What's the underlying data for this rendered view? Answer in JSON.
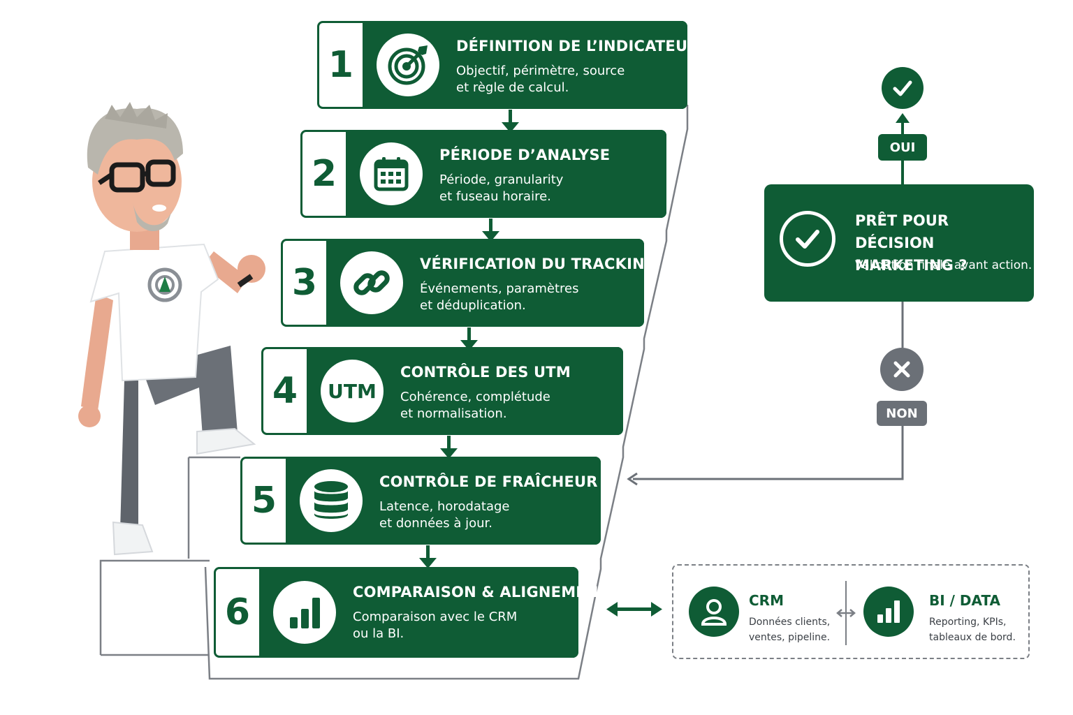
{
  "colors": {
    "primary": "#0f5c35",
    "neutral": "#6b7077",
    "outline": "#7b7f85"
  },
  "steps": [
    {
      "number": "1",
      "icon": "target-icon",
      "title": "DÉFINITION DE L’INDICATEUR",
      "desc": "Objectif, périmètre, source\net règle de calcul."
    },
    {
      "number": "2",
      "icon": "calendar-icon",
      "title": "PÉRIODE D’ANALYSE",
      "desc": "Période, granularity\net fuseau horaire."
    },
    {
      "number": "3",
      "icon": "link-icon",
      "title": "VÉRIFICATION DU TRACKING",
      "desc": "Événements, paramètres\net déduplication."
    },
    {
      "number": "4",
      "icon": "utm-icon",
      "icon_text": "UTM",
      "title": "CONTRÔLE DES UTM",
      "desc": "Cohérence, complétude\net normalisation."
    },
    {
      "number": "5",
      "icon": "database-icon",
      "title": "CONTRÔLE DE FRAÎCHEUR",
      "desc": "Latence, horodatage\net données à jour."
    },
    {
      "number": "6",
      "icon": "bar-chart-icon",
      "title": "COMPARAISON & ALIGNEMENT",
      "desc": "Comparaison avec le CRM\nou la BI."
    }
  ],
  "decision": {
    "title": "PRÊT POUR\nDÉCISION MARKETING ?",
    "desc": "Validation finale avant action.",
    "yes_label": "OUI",
    "no_label": "NON"
  },
  "sources": {
    "crm": {
      "title": "CRM",
      "desc": "Données clients,\nventes, pipeline."
    },
    "bi": {
      "title": "BI / DATA",
      "desc": "Reporting, KPIs,\ntableaux de bord."
    }
  }
}
